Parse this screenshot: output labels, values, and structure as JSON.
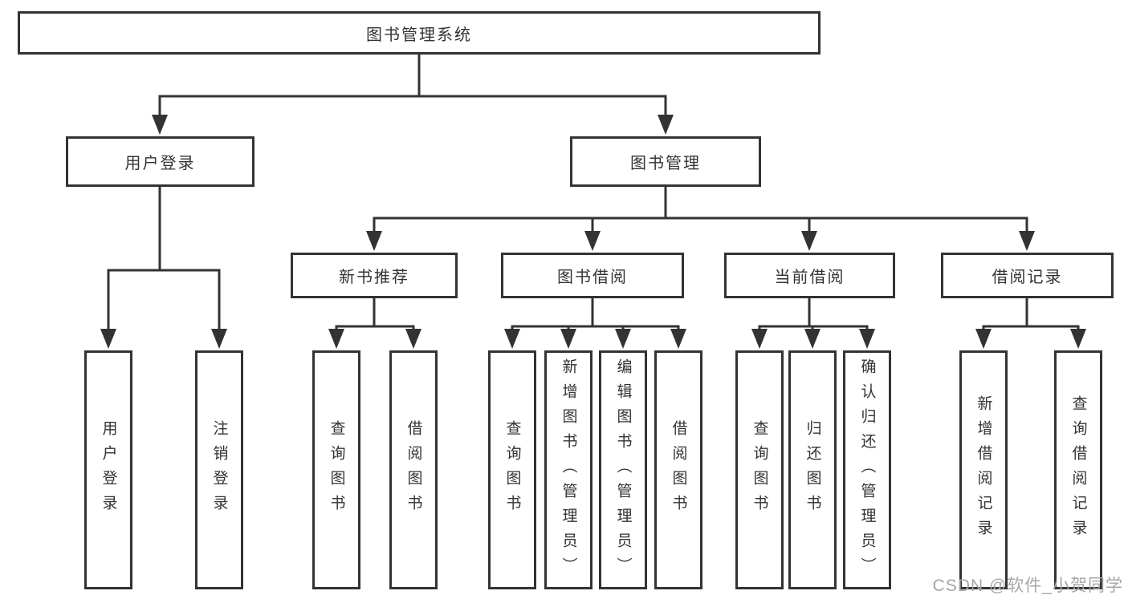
{
  "watermark": "CSDN @软件_小贺同学",
  "colors": {
    "line": "#333333",
    "box_border": "#333333",
    "text": "#333333",
    "watermark": "#a6a6a6",
    "background": "#ffffff"
  },
  "diagram": {
    "root": {
      "label": "图书管理系统",
      "children": [
        {
          "label": "用户登录",
          "children": [
            {
              "label": "用户登录"
            },
            {
              "label": "注销登录"
            }
          ]
        },
        {
          "label": "图书管理",
          "children": [
            {
              "label": "新书推荐",
              "children": [
                {
                  "label": "查询图书"
                },
                {
                  "label": "借阅图书"
                }
              ]
            },
            {
              "label": "图书借阅",
              "children": [
                {
                  "label": "查询图书"
                },
                {
                  "label": "新增图书（管理员）"
                },
                {
                  "label": "编辑图书（管理员）"
                },
                {
                  "label": "借阅图书"
                }
              ]
            },
            {
              "label": "当前借阅",
              "children": [
                {
                  "label": "查询图书"
                },
                {
                  "label": "归还图书"
                },
                {
                  "label": "确认归还（管理员）"
                }
              ]
            },
            {
              "label": "借阅记录",
              "children": [
                {
                  "label": "新增借阅记录"
                },
                {
                  "label": "查询借阅记录"
                }
              ]
            }
          ]
        }
      ]
    }
  }
}
